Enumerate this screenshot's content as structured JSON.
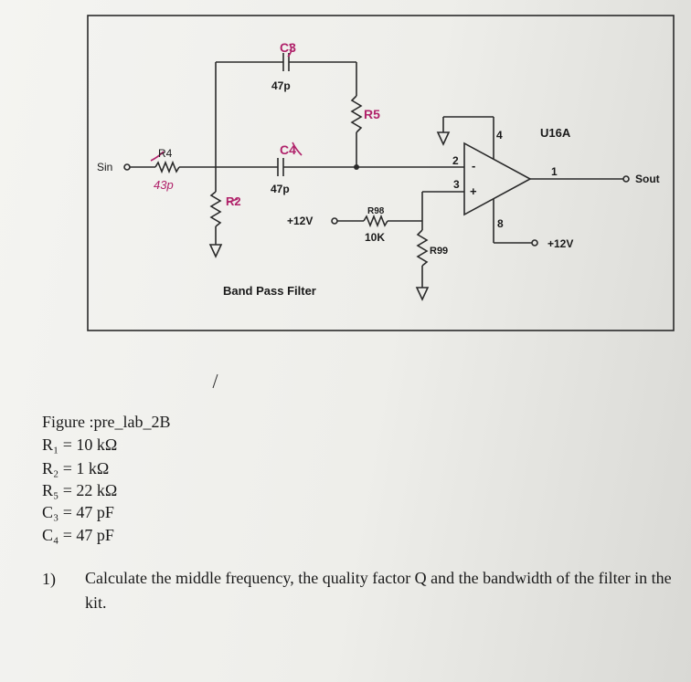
{
  "schematic": {
    "printed_labels": {
      "c3_top": "C3",
      "c3_value": "47p",
      "r5": "R5",
      "c4": "C4",
      "c4_value": "47p",
      "r4_label": "R4",
      "r4_hand": "43p",
      "r2": "R2",
      "sin": "Sin",
      "plus12v_left": "+12V",
      "r98": "R98",
      "r98_value": "10K",
      "r99": "R99",
      "opamp_name": "U16A",
      "pin4": "4",
      "pin2": "2",
      "pin3": "3",
      "pin1": "1",
      "pin8": "8",
      "minus_sign": "-",
      "plus_sign": "+",
      "sout": "Sout",
      "plus12v_right": "+12V",
      "caption": "Band Pass Filter"
    },
    "line_color": "#2a2a2a",
    "ink_color": "#b0226a"
  },
  "figure": {
    "caption": "Figure :pre_lab_2B",
    "values": [
      "R₁ = 10 kΩ",
      "R₂ = 1 kΩ",
      "R₅ = 22 kΩ",
      "C₃ = 47 pF",
      "C₄ = 47 pF"
    ]
  },
  "question": {
    "number": "1)",
    "text": "Calculate the middle frequency, the quality factor Q and the bandwidth of the filter in the kit."
  }
}
